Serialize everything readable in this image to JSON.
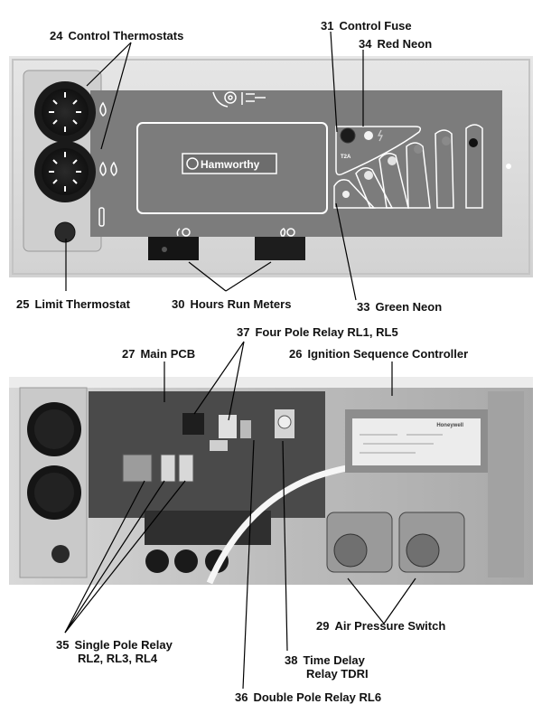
{
  "figure": {
    "panels": [
      {
        "name": "front-control-panel",
        "brand_logo": "Hamworthy",
        "indicator_fuse_rating": "T2A"
      },
      {
        "name": "internal-view",
        "controller_brand": "Honeywell"
      }
    ],
    "callouts": [
      {
        "id": "24",
        "text": "Control Thermostats"
      },
      {
        "id": "31",
        "text": "Control Fuse"
      },
      {
        "id": "34",
        "text": "Red Neon"
      },
      {
        "id": "25",
        "text": "Limit Thermostat"
      },
      {
        "id": "30",
        "text": "Hours Run Meters"
      },
      {
        "id": "33",
        "text": "Green Neon"
      },
      {
        "id": "37",
        "text": "Four Pole Relay RL1, RL5"
      },
      {
        "id": "27",
        "text": "Main PCB"
      },
      {
        "id": "26",
        "text": "Ignition Sequence Controller"
      },
      {
        "id": "35",
        "text": "Single Pole Relay",
        "text2": "RL2, RL3, RL4"
      },
      {
        "id": "29",
        "text": "Air Pressure Switch"
      },
      {
        "id": "38",
        "text": "Time Delay",
        "text2": "Relay TDRI"
      },
      {
        "id": "36",
        "text": "Double Pole Relay RL6"
      }
    ]
  }
}
